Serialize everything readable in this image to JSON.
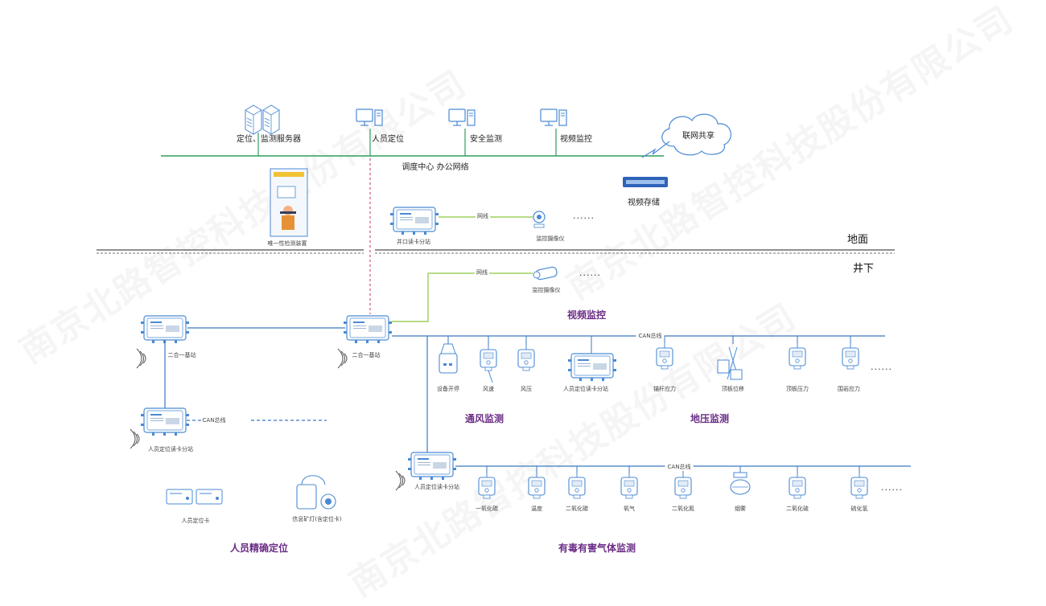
{
  "office": {
    "servers_label": "定位、监测服务器",
    "personnel_pc_label": "人员定位",
    "safety_pc_label": "安全监测",
    "video_pc_label": "视频监控",
    "network_label": "调度中心  办公网络",
    "cloud_label": "联网共享",
    "storage_label": "视频存储"
  },
  "surface": {
    "gate_label": "唯一性检测装置",
    "wellhead_label": "井口读卡分站",
    "cable_label": "网线",
    "camera_label": "监控摄像仪",
    "ellipsis": "......",
    "zone_label": "地面"
  },
  "underground": {
    "zone_label": "井下",
    "cable_label": "网线",
    "camera_label": "监控摄像仪",
    "ellipsis": "......",
    "video_section": "视频监控",
    "base_station_left": "二合一基站",
    "base_station_center": "二合一基站",
    "can_bus_1": "CAN总线",
    "can_bus_2": "CAN总线",
    "can_bus_3": "CAN总线",
    "reader_left": "人员定位读卡分站",
    "reader_bottom": "人员定位读卡分站",
    "card_label": "人员定位卡",
    "lamp_label": "信息矿灯(含定位卡)",
    "personnel_section": "人员精确定位",
    "vent_devices": [
      "设备开停",
      "风速",
      "风压",
      "人员定位读卡分站"
    ],
    "pressure_devices": [
      "锚杆应力",
      "顶板位移",
      "顶板压力",
      "围岩应力"
    ],
    "vent_section": "通风监测",
    "pressure_section": "地压监测",
    "gas_devices": [
      "一氧化碳",
      "温度",
      "二氧化碳",
      "氧气",
      "二氧化氮",
      "烟雾",
      "二氧化硫",
      "硫化氢"
    ],
    "gas_section": "有毒有害气体监测",
    "pressure_ellipsis": "......",
    "gas_ellipsis": "......"
  },
  "watermark": "南京北路智控科技股份有限公司",
  "colors": {
    "network_line": "#2e9e5b",
    "cable_line": "#8cc63f",
    "bus_line": "#3a78c0",
    "dashed_link": "#c0306a",
    "device_stroke": "#4a8ad4",
    "section_text": "#6b2d86"
  }
}
